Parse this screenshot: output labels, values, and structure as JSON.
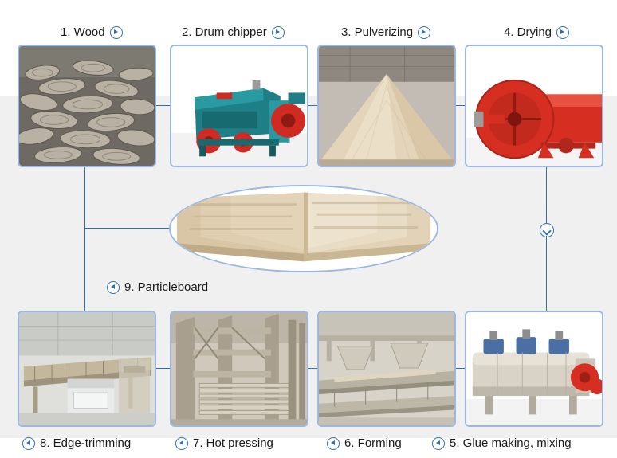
{
  "diagram": {
    "title": "Particleboard production line flow chart",
    "accent_color": "#2f6fb5",
    "border_color": "#9db8e0",
    "band_color": "#f0f0f0",
    "steps": [
      {
        "id": "step-1",
        "label": "1. Wood",
        "marker": "arrow-right-icon",
        "marker_side": "right",
        "photo": "logs-pile-photo"
      },
      {
        "id": "step-2",
        "label": "2. Drum chipper",
        "marker": "arrow-right-icon",
        "marker_side": "right",
        "photo": "drum-chipper-machine-photo"
      },
      {
        "id": "step-3",
        "label": "3. Pulverizing",
        "marker": "arrow-right-icon",
        "marker_side": "right",
        "photo": "sawdust-pile-photo"
      },
      {
        "id": "step-4",
        "label": "4. Drying",
        "marker": "arrow-right-icon",
        "marker_side": "right",
        "photo": "rotary-dryer-drum-photo"
      },
      {
        "id": "step-5",
        "label": "5. Glue making, mixing",
        "marker": "arrow-left-icon",
        "marker_side": "left",
        "photo": "glue-mixer-machine-photo"
      },
      {
        "id": "step-6",
        "label": "6. Forming",
        "marker": "arrow-left-icon",
        "marker_side": "left",
        "photo": "forming-line-photo"
      },
      {
        "id": "step-7",
        "label": "7. Hot pressing",
        "marker": "arrow-left-icon",
        "marker_side": "left",
        "photo": "hot-press-photo"
      },
      {
        "id": "step-8",
        "label": "8. Edge-trimming",
        "marker": "arrow-left-icon",
        "marker_side": "left",
        "photo": "edge-trimming-saw-photo"
      },
      {
        "id": "step-9",
        "label": "9. Particleboard",
        "marker": "arrow-left-icon",
        "marker_side": "left",
        "photo": "particleboard-panels-photo"
      }
    ],
    "flow_connectors": [
      "step-1-to-step-2",
      "step-2-to-step-3",
      "step-3-to-step-4",
      "step-4-down-to-step-5",
      "step-5-to-step-6",
      "step-6-to-step-7",
      "step-7-to-step-8",
      "step-8-up-to-step-9"
    ]
  }
}
